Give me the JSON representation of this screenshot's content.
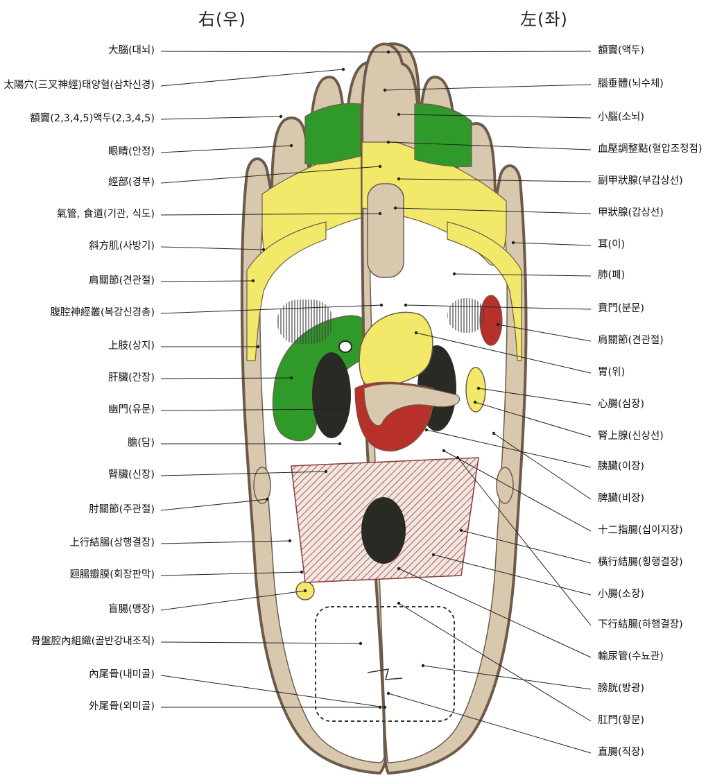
{
  "header": {
    "right_foot": "右(우)",
    "left_foot": "左(좌)"
  },
  "labels_left": [
    "大腦(대뇌)",
    "太陽穴(三叉神經)태양혈(삼차신경)",
    "額竇(2,3,4,5)액두(2,3,4,5)",
    "眼睛(안정)",
    "經部(경부)",
    "氣管, 食道(기관, 식도)",
    "斜方肌(사방기)",
    "肩關節(견관절)",
    "腹腔神經叢(복강신경총)",
    "上肢(상지)",
    "肝臟(간장)",
    "幽門(유문)",
    "膽(담)",
    "腎臟(신장)",
    "肘關節(주관절)",
    "上行結腸(상행결장)",
    "廻腸瓣膜(회장판막)",
    "盲腸(맹장)",
    "骨盤腔內組織(골반강내조직)",
    "內尾骨(내미골)",
    "外尾骨(외미골)"
  ],
  "labels_right": [
    "額竇(액두)",
    "腦垂體(뇌수체)",
    "小腦(소뇌)",
    "血壓調整點(혈압조정점)",
    "副甲狀腺(부갑상선)",
    "甲狀腺(갑상선)",
    "耳(이)",
    "肺(폐)",
    "賁門(분문)",
    "肩關節(견관절)",
    "胃(위)",
    "心腸(심장)",
    "腎上腺(신상선)",
    "胰臟(이장)",
    "脾臟(비장)",
    "十二指腸(십이지장)",
    "橫行結腸(횡행결장)",
    "小腸(소장)",
    "下行結腸(하행결장)",
    "輸尿管(수뇨관)",
    "膀胱(방광)",
    "肛門(항문)",
    "直腸(직장)"
  ],
  "colors": {
    "skin": "#d8c9ae",
    "outline": "#6e5a4a",
    "brain_toe_border": "#7a3f4e",
    "yellow": "#f2e96a",
    "green": "#2f9a2a",
    "red": "#b8302a",
    "dark": "#2a2a24",
    "hatch": "#8a3a3a"
  }
}
